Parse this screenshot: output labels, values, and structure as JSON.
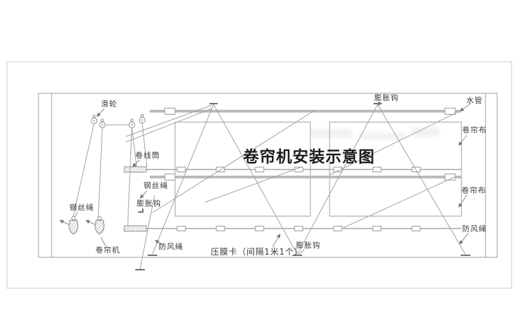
{
  "title": "卷帘机安装示意图",
  "labels": {
    "pulley": "滑轮",
    "winding_drum": "卷线筒",
    "wire_rope_center": "钢丝绳",
    "expansion_hook_center": "膨胀钩",
    "wire_rope_left": "钢丝绳",
    "roller_machine": "卷帘机",
    "windproof_rope_left": "防风绳",
    "film_clip_note": "压膜卡（间隔1米1个）",
    "expansion_hook_bottom": "膨胀钩",
    "expansion_hook_top": "膨胀钩",
    "water_pipe": "水管",
    "curtain_cloth_upper": "卷帘布",
    "curtain_cloth_lower": "卷帘布",
    "windproof_rope_right": "防风绳"
  },
  "colors": {
    "background": "#ffffff",
    "frame": "#c9c9c9",
    "line": "#9b9b9b",
    "pipe": "#bababa",
    "text": "#3a3a3a",
    "title_text": "#1c1c1c"
  }
}
